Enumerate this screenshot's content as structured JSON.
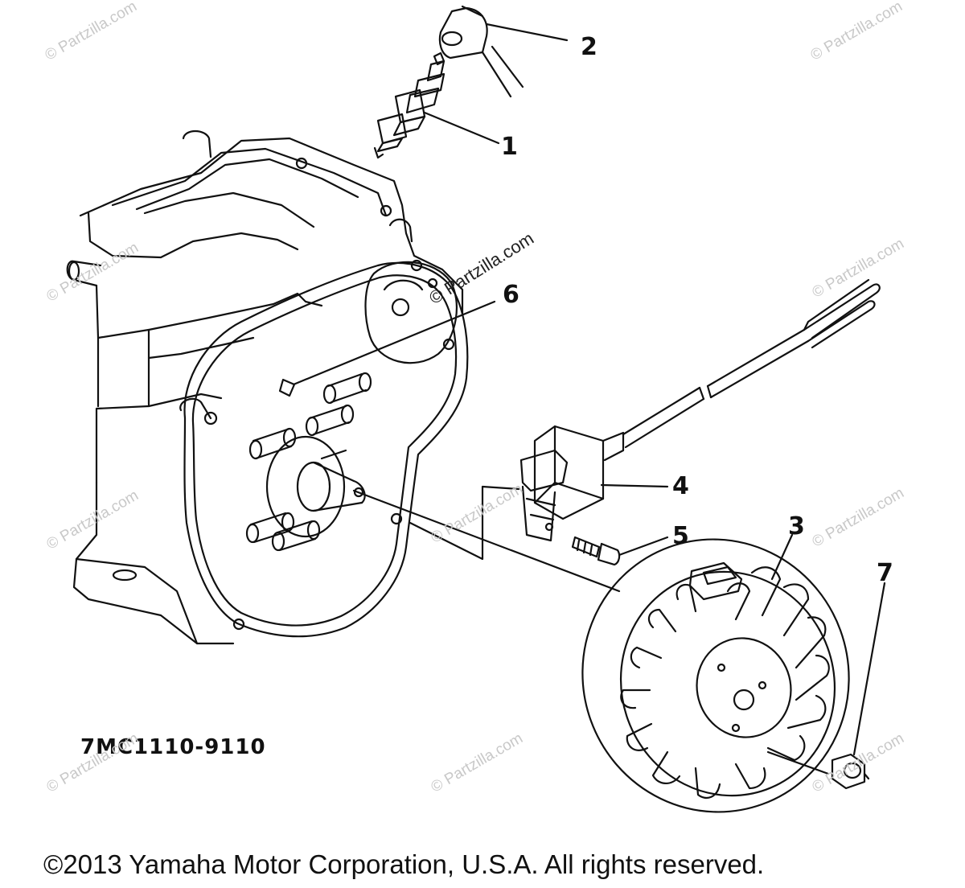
{
  "diagram": {
    "callouts": [
      {
        "id": "1",
        "label": "1"
      },
      {
        "id": "2",
        "label": "2"
      },
      {
        "id": "3",
        "label": "3"
      },
      {
        "id": "4",
        "label": "4"
      },
      {
        "id": "5",
        "label": "5"
      },
      {
        "id": "6",
        "label": "6"
      },
      {
        "id": "7",
        "label": "7"
      }
    ],
    "part_code": "7MC1110-9110",
    "copyright": "©2013 Yamaha Motor Corporation, U.S.A. All rights reserved.",
    "watermark": "© Partzilla.com"
  },
  "colors": {
    "line": "#111111",
    "watermark": "#c8c8c8",
    "background": "#ffffff"
  }
}
